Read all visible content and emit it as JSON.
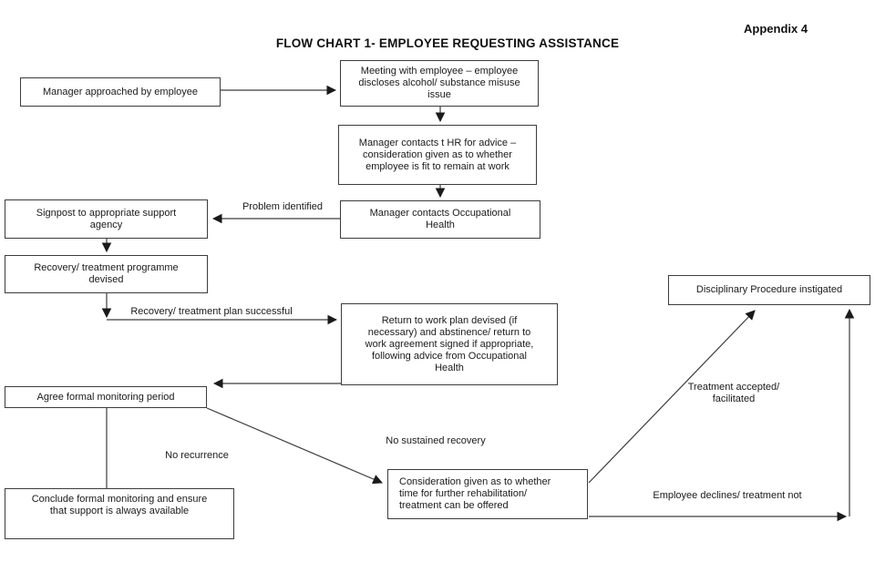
{
  "page": {
    "appendix_label": "Appendix 4",
    "title": "FLOW CHART 1- EMPLOYEE REQUESTING ASSISTANCE"
  },
  "flowchart": {
    "nodes": [
      {
        "id": "manager-approached",
        "text": "Manager approached by employee"
      },
      {
        "id": "meeting-disclosure",
        "text": "Meeting with employee – employee discloses alcohol/ substance misuse issue"
      },
      {
        "id": "manager-contacts-hr",
        "text": "Manager contacts t HR for advice – consideration given as to whether employee is fit to remain at work"
      },
      {
        "id": "manager-contacts-oh",
        "text": "Manager contacts Occupational Health"
      },
      {
        "id": "signpost-support",
        "text": "Signpost to appropriate support agency"
      },
      {
        "id": "recovery-programme",
        "text": "Recovery/ treatment programme devised"
      },
      {
        "id": "return-to-work",
        "text": "Return to work plan devised (if necessary) and abstinence/ return to work agreement signed if appropriate, following advice from Occupational Health"
      },
      {
        "id": "agree-monitoring",
        "text": "Agree formal monitoring period"
      },
      {
        "id": "conclude-monitoring",
        "text": "Conclude formal monitoring and ensure that support is always available"
      },
      {
        "id": "consideration-rehab",
        "text": "Consideration given as to whether time for further rehabilitation/ treatment can be offered"
      },
      {
        "id": "disciplinary",
        "text": "Disciplinary Procedure instigated"
      }
    ],
    "edge_labels": [
      {
        "id": "problem-identified",
        "text": "Problem identified"
      },
      {
        "id": "plan-successful",
        "text": "Recovery/ treatment plan successful"
      },
      {
        "id": "no-recurrence",
        "text": "No recurrence"
      },
      {
        "id": "no-sustained-recovery",
        "text": "No sustained recovery"
      },
      {
        "id": "treatment-accepted",
        "text": "Treatment accepted/ facilitated"
      },
      {
        "id": "employee-declines",
        "text": "Employee declines/ treatment not"
      }
    ],
    "colors": {
      "background": "#ffffff",
      "box_border": "#3c3c3c",
      "line": "#3c3c3c",
      "text": "#1a1a1a"
    }
  }
}
